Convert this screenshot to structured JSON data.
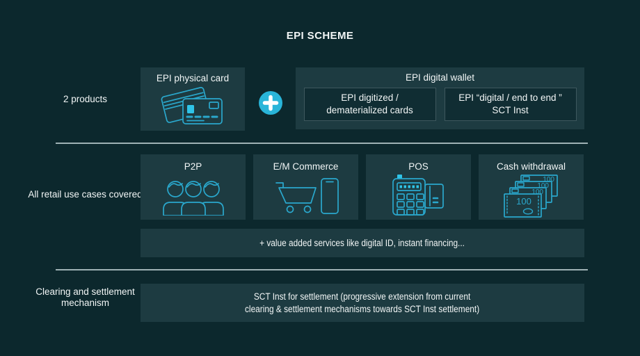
{
  "title": "EPI SCHEME",
  "row_products": {
    "label": "2 products",
    "physical_card": {
      "title": "EPI physical card"
    },
    "wallet": {
      "title": "EPI digital wallet",
      "items": [
        {
          "line1": "EPI digitized /",
          "line2": "dematerialized cards"
        },
        {
          "line1": "EPI “digital / end to end ”",
          "line2": "SCT Inst"
        }
      ]
    }
  },
  "row_use_cases": {
    "label": "All retail use cases covered",
    "cases": [
      {
        "label": "P2P",
        "icon": "people-icon"
      },
      {
        "label": "E/M Commerce",
        "icon": "cart-phone-icon"
      },
      {
        "label": "POS",
        "icon": "pos-terminal-icon"
      },
      {
        "label": "Cash withdrawal",
        "icon": "banknotes-icon"
      }
    ],
    "value_added": "+ value added services like digital ID, instant financing..."
  },
  "row_settlement": {
    "label": "Clearing and settlement mechanism",
    "box": {
      "line1": "SCT Inst for settlement (progressive extension from current",
      "line2": "clearing & settlement mechanisms towards SCT Inst settlement)"
    }
  },
  "banknote_value": "100",
  "colors": {
    "background": "#0c282d",
    "panel": "#1d3b41",
    "panel_dark": "#102d33",
    "accent_cyan": "#29b5d9",
    "icon_stroke": "#2aa8cd",
    "icon_bright": "#2fc4e8",
    "divider": "#9fb2b5",
    "text": "#f2f6f6"
  }
}
